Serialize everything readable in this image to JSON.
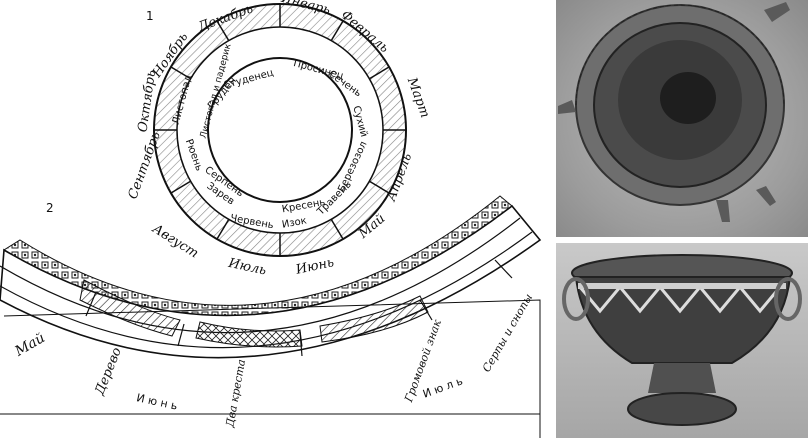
{
  "figure_numbers": {
    "one": "1",
    "two": "2"
  },
  "ring_months": [
    "Декабрь",
    "Январь",
    "Февраль",
    "Март",
    "Апрель",
    "Май",
    "Июнь",
    "Июль",
    "Август",
    "Сентябрь",
    "Октябрь",
    "Ноябрь"
  ],
  "inner_labels": {
    "studenets": "Студенец",
    "prosinets": "Просинец",
    "sechen": "Сечень",
    "sukhiy": "Сухий",
    "berezozol": "Березозол",
    "traven": "Травень",
    "kresen": "Кресень",
    "izok": "Изок",
    "cherven": "Червень",
    "zarev": "Зарев",
    "serpen": "Серпень",
    "ryuen": "Рюень",
    "listopad": "Листопад",
    "gruden": "Груден",
    "listopad_i_paderik": "Листопад и падерик"
  },
  "band_labels": {
    "may": "Май",
    "derevo": "Дерево",
    "iyun": "И ю н ь",
    "dva_kresta": "Два креста",
    "gromovoy_znak": "Громовой знак",
    "iyul": "И ю л ь",
    "serpy_i_snopy": "Серпы и снопы"
  }
}
